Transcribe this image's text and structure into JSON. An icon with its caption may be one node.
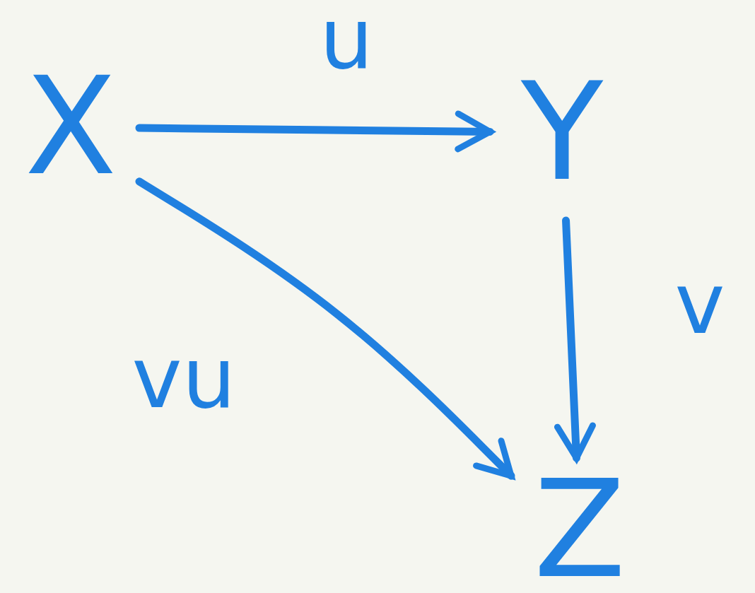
{
  "diagram": {
    "nodes": [
      {
        "text": [
          "X"
        ]
      },
      {
        "text": [
          "Y"
        ]
      },
      {
        "text": [
          "Z"
        ]
      }
    ],
    "edges": [
      {
        "from": 0,
        "to": 1,
        "arrow": "to",
        "label": "u"
      },
      {
        "from": 1,
        "to": 2,
        "arrow": "to",
        "label": "v"
      },
      {
        "from": 0,
        "to": 2,
        "arrow": "to",
        "label": "vu"
      }
    ]
  }
}
